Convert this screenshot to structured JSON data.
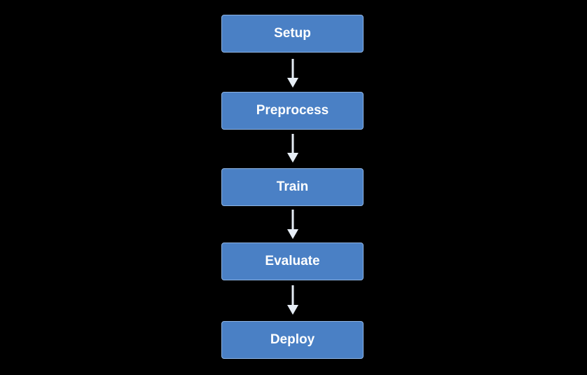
{
  "flowchart": {
    "steps": [
      {
        "label": "Setup"
      },
      {
        "label": "Preprocess"
      },
      {
        "label": "Train"
      },
      {
        "label": "Evaluate"
      },
      {
        "label": "Deploy"
      }
    ]
  },
  "colors": {
    "background": "#000000",
    "box_fill": "#4a80c5",
    "box_border": "#8db3e2",
    "box_text": "#ffffff",
    "arrow": "#e6edf5"
  }
}
